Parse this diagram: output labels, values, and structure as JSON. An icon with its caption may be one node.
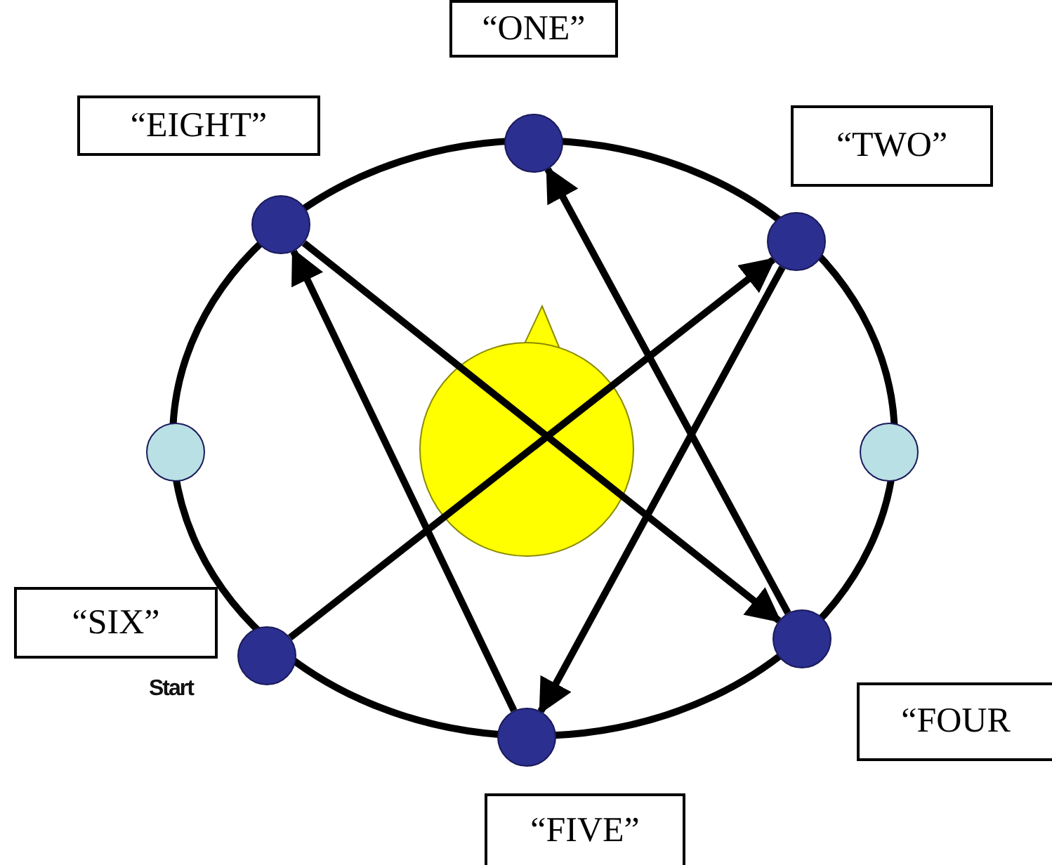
{
  "diagram": {
    "nodes": [
      {
        "text": [
          "“ONE”"
        ]
      },
      {
        "text": [
          "“EIGHT”"
        ]
      },
      {
        "text": [
          "“TWO”"
        ]
      },
      {
        "text": [
          "“SIX”"
        ]
      },
      {
        "text": [
          "“FOUR"
        ]
      },
      {
        "text": [
          "“FIVE”"
        ]
      },
      {
        "text": [],
        "shape": "circle"
      },
      {
        "text": [],
        "shape": "circle"
      },
      {
        "text": [],
        "shape": "circle"
      },
      {
        "text": [],
        "shape": "circle"
      },
      {
        "text": [],
        "shape": "circle"
      },
      {
        "text": [],
        "shape": "circle"
      },
      {
        "text": [],
        "shape": "circle"
      },
      {
        "text": [],
        "shape": "circle"
      }
    ],
    "edges": [
      {
        "from": 11,
        "to": 8,
        "arrow": "to"
      },
      {
        "from": 8,
        "to": 13,
        "arrow": "to"
      },
      {
        "from": 13,
        "to": 7,
        "arrow": "to"
      },
      {
        "from": 7,
        "to": 12,
        "arrow": "to"
      },
      {
        "from": 12,
        "to": 6,
        "arrow": "to"
      }
    ],
    "labels": [
      "Start"
    ]
  }
}
